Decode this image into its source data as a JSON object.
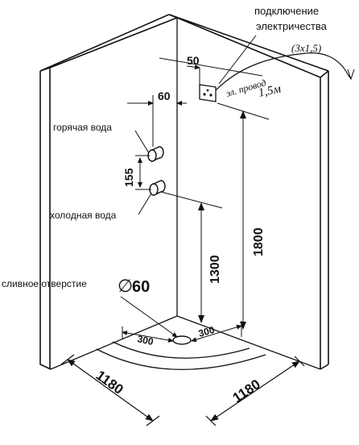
{
  "labels": {
    "electric_line1": "подключение",
    "electric_line2": "электричества",
    "cable_spec": "(3x1,5)",
    "cable_name": "эл. провод",
    "cable_length": "1,5м",
    "hot_water": "горячая вода",
    "cold_water": "холодная вода",
    "drain": "сливное отверстие",
    "drain_symbol": "∅",
    "drain_size": "60"
  },
  "dimensions": {
    "socket_offset": "50",
    "pipe_offset": "60",
    "pipe_spacing": "155",
    "socket_height": "1800",
    "cold_pipe_height": "1300",
    "drain_offset_left": "300",
    "drain_offset_right": "300",
    "width_left": "1180",
    "width_right": "1180"
  }
}
